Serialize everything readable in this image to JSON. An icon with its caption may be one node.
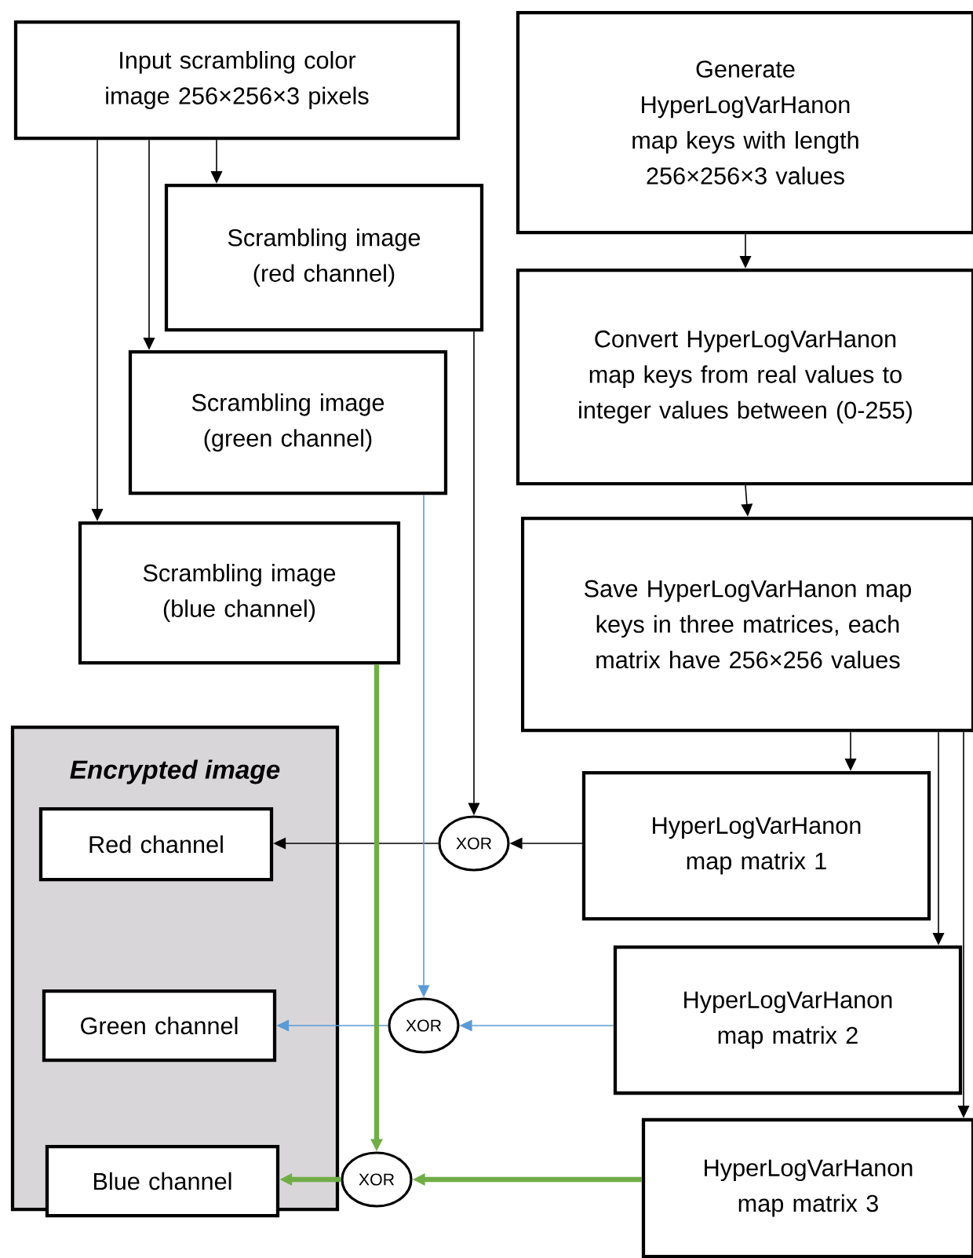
{
  "diagram": {
    "nodes": [
      {
        "text": [
          "Input scrambling color image 256×256×3 pixels"
        ]
      },
      {
        "text": [
          "Scrambling image (red channel)"
        ]
      },
      {
        "text": [
          "Scrambling image (green channel)"
        ]
      },
      {
        "text": [
          "Scrambling image (blue channel)"
        ]
      },
      {
        "text": [
          "Generate HyperLogVarHanon map keys with length 256×256×3 values"
        ]
      },
      {
        "text": [
          "Convert HyperLogVarHanon map keys from real values to integer values between (0-255)"
        ]
      },
      {
        "text": [
          "Save HyperLogVarHanon map keys in three matrices, each matrix have 256×256 values"
        ]
      },
      {
        "text": [
          "Encrypted image"
        ]
      },
      {
        "text": [
          "Red channel"
        ],
        "in": 7
      },
      {
        "text": [
          "Green channel"
        ],
        "in": 7
      },
      {
        "text": [
          "Blue channel"
        ],
        "in": 7
      },
      {
        "text": [
          "XOR"
        ]
      },
      {
        "text": [
          "HyperLogVarHanon map matrix 1"
        ]
      },
      {
        "text": [
          "XOR"
        ]
      },
      {
        "text": [
          "HyperLogVarHanon map matrix 2"
        ]
      },
      {
        "text": [
          "XOR"
        ]
      },
      {
        "text": [
          "HyperLogVarHanon map matrix 3"
        ]
      }
    ],
    "edges": [
      {
        "from": 0,
        "to": 1,
        "arrow": "to"
      },
      {
        "from": 0,
        "to": 2,
        "arrow": "to"
      },
      {
        "from": 0,
        "to": 3,
        "arrow": "to"
      },
      {
        "from": 4,
        "to": 5,
        "arrow": "to"
      },
      {
        "from": 5,
        "to": 6,
        "arrow": "to"
      },
      {
        "from": 6,
        "to": 12,
        "arrow": "to"
      },
      {
        "from": 6,
        "to": 14,
        "arrow": "to"
      },
      {
        "from": 6,
        "to": 16,
        "arrow": "to"
      },
      {
        "from": 1,
        "to": 11,
        "arrow": "to"
      },
      {
        "from": 12,
        "to": 11,
        "arrow": "to"
      },
      {
        "from": 11,
        "to": 8,
        "arrow": "to"
      },
      {
        "from": 2,
        "to": 13,
        "arrow": "to",
        "color": "#5b9bd5"
      },
      {
        "from": 14,
        "to": 13,
        "arrow": "to",
        "color": "#5b9bd5"
      },
      {
        "from": 13,
        "to": 9,
        "arrow": "to",
        "color": "#5b9bd5"
      },
      {
        "from": 3,
        "to": 15,
        "arrow": "to",
        "color": "#70ad47",
        "style": "thick"
      },
      {
        "from": 16,
        "to": 15,
        "arrow": "to",
        "color": "#70ad47",
        "style": "thick"
      },
      {
        "from": 15,
        "to": 10,
        "arrow": "to",
        "color": "#70ad47",
        "style": "thick"
      }
    ]
  }
}
